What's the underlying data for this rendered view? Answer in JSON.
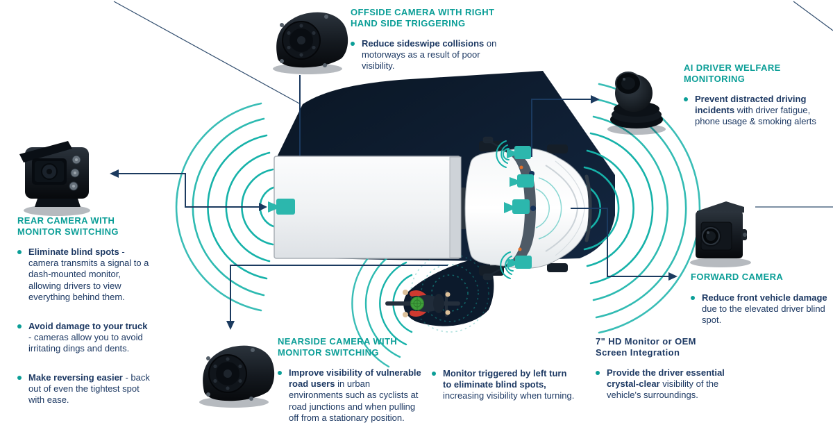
{
  "colors": {
    "heading_teal": "#0b9e97",
    "body_navy": "#1d3963",
    "arc_teal": "#16b2a9",
    "camera_marker_teal": "#2cb7ad",
    "connector_navy": "#1b3a5f",
    "alert_red": "#cf3a30",
    "helmet_green": "#3f9f3b",
    "indicator_orange": "#e2702a",
    "shadow_dark": "#0c1a2c"
  },
  "sections": {
    "offside": {
      "title": "OFFSIDE CAMERA WITH RIGHT HAND SIDE TRIGGERING",
      "bullets": [
        {
          "bold": "Reduce sideswipe collisions",
          "rest": " on motorways as a result of poor visibility."
        }
      ]
    },
    "ai": {
      "title": "AI DRIVER WELFARE MONITORING",
      "bullets": [
        {
          "bold": "Prevent distracted driving incidents",
          "rest": " with driver fatigue, phone usage & smoking alerts"
        }
      ]
    },
    "rear": {
      "title": "REAR CAMERA WITH MONITOR SWITCHING",
      "bullets": [
        {
          "bold": "Eliminate blind spots",
          "rest": " - camera transmits a signal to a dash-mounted monitor, allowing drivers to view everything behind them."
        },
        {
          "bold": "Avoid damage to your truck",
          "rest": " - cameras allow you to avoid irritating dings and dents."
        },
        {
          "bold": "Make reversing easier",
          "rest": " - back out of even the tightest spot with ease."
        }
      ]
    },
    "nearside": {
      "title": "NEARSIDE CAMERA WITH MONITOR SWITCHING",
      "bullets": [
        {
          "bold": "Improve visibility of vulnerable road users",
          "rest": " in urban environments such as cyclists at road junctions and when pulling off from a stationary position."
        },
        {
          "bold": "Monitor triggered by left turn to eliminate blind spots,",
          "rest": " increasing visibility when turning."
        }
      ]
    },
    "forward": {
      "title": "FORWARD CAMERA",
      "bullets": [
        {
          "bold": "Reduce front vehicle damage",
          "rest": " due to the elevated driver blind spot."
        }
      ]
    },
    "monitor": {
      "title": "7\" HD Monitor or OEM Screen Integration",
      "bullets": [
        {
          "bold": "Provide the driver essential crystal-clear",
          "rest": " visibility of the vehicle's surroundings."
        }
      ]
    }
  }
}
